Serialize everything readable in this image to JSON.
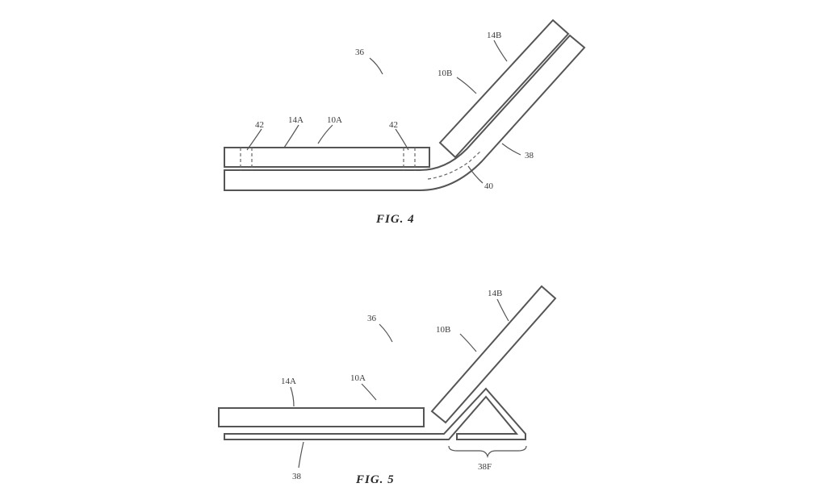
{
  "figure4": {
    "caption": "FIG. 4",
    "labels": {
      "system": "36",
      "display_b": "14B",
      "device_b": "10B",
      "display_a": "14A",
      "device_a": "10A",
      "magnet_left": "42",
      "magnet_right": "42",
      "cover": "38",
      "hinge": "40"
    }
  },
  "figure5": {
    "caption": "FIG. 5",
    "labels": {
      "system": "36",
      "display_b": "14B",
      "device_b": "10B",
      "display_a": "14A",
      "device_a": "10A",
      "cover": "38",
      "fold": "38F"
    }
  }
}
